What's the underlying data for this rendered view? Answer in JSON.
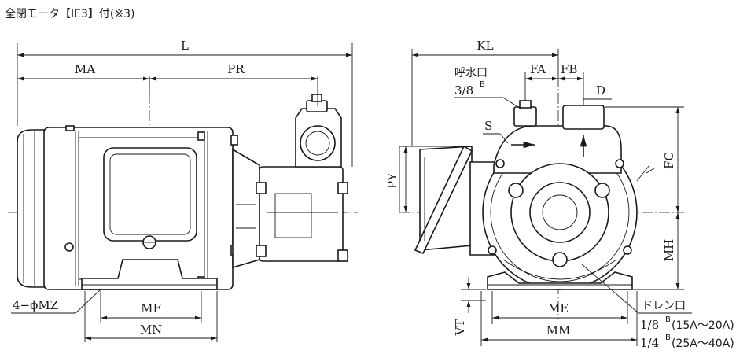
{
  "title": {
    "text": "全閉モータ【IE3】付(※3)"
  },
  "side_view": {
    "dimensions": {
      "overall_length": "L",
      "motor_length": "MA",
      "pump_length": "PR",
      "mount_holes": "4−ϕMZ",
      "foot_hole_pitch": "MF",
      "foot_width": "MN"
    }
  },
  "front_view": {
    "dimensions": {
      "width": "KL",
      "inlet_offset": "FA",
      "outlet_offset": "FB",
      "outlet_size": "D",
      "suction": "S",
      "height_to_inlet": "PY",
      "height_to_top": "FC",
      "shaft_height": "MH",
      "foot_hole_pitch": "ME",
      "foot_width": "MM",
      "base_thickness": "VT"
    },
    "priming_port": {
      "label": "呼水口",
      "size": "3/8",
      "size_suffix": "B"
    },
    "drain": {
      "label": "ドレン口",
      "line1_size": "1/8",
      "line1_suffix": "B",
      "line1_range": "(15A～20A)",
      "line2_size": "1/4",
      "line2_suffix": "B",
      "line2_range": "(25A～40A)"
    }
  }
}
